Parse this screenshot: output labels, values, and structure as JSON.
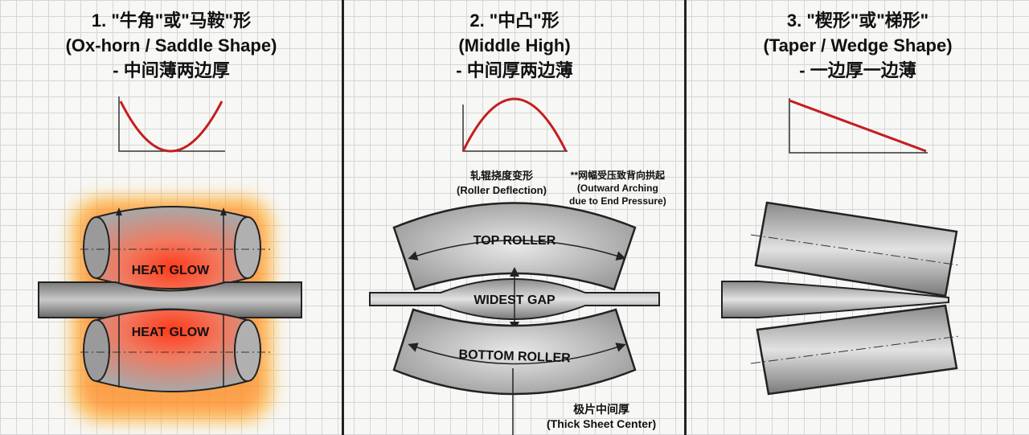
{
  "panels": [
    {
      "title_line1": "1. \"牛角\"或\"马鞍\"形",
      "title_line2": "(Ox-horn / Saddle Shape)",
      "title_line3": "- 中间薄两边厚",
      "labels": {
        "top_roller": "HEAT GLOW",
        "bottom_roller": "HEAT GLOW"
      }
    },
    {
      "title_line1": "2. \"中凸\"形",
      "title_line2": "(Middle High)",
      "title_line3": "- 中间厚两边薄",
      "labels": {
        "top_roller": "TOP ROLLER",
        "bottom_roller": "BOTTOM ROLLER",
        "gap": "WIDEST GAP",
        "deflection_cn": "轧辊挠度变形",
        "deflection_en": "(Roller Deflection)",
        "arching_cn": "**网幅受压致背向拱起",
        "arching_en_1": "(Outward Arching",
        "arching_en_2": "due to End Pressure)",
        "thick_cn": "极片中间厚",
        "thick_en": "(Thick Sheet Center)"
      }
    },
    {
      "title_line1": "3. \"楔形\"或\"梯形\"",
      "title_line2": "(Taper / Wedge Shape)",
      "title_line3": "- 一边厚一边薄"
    }
  ],
  "colors": {
    "curve": "#c41e1e",
    "glow": "#ff5a14",
    "divider": "#222222"
  }
}
